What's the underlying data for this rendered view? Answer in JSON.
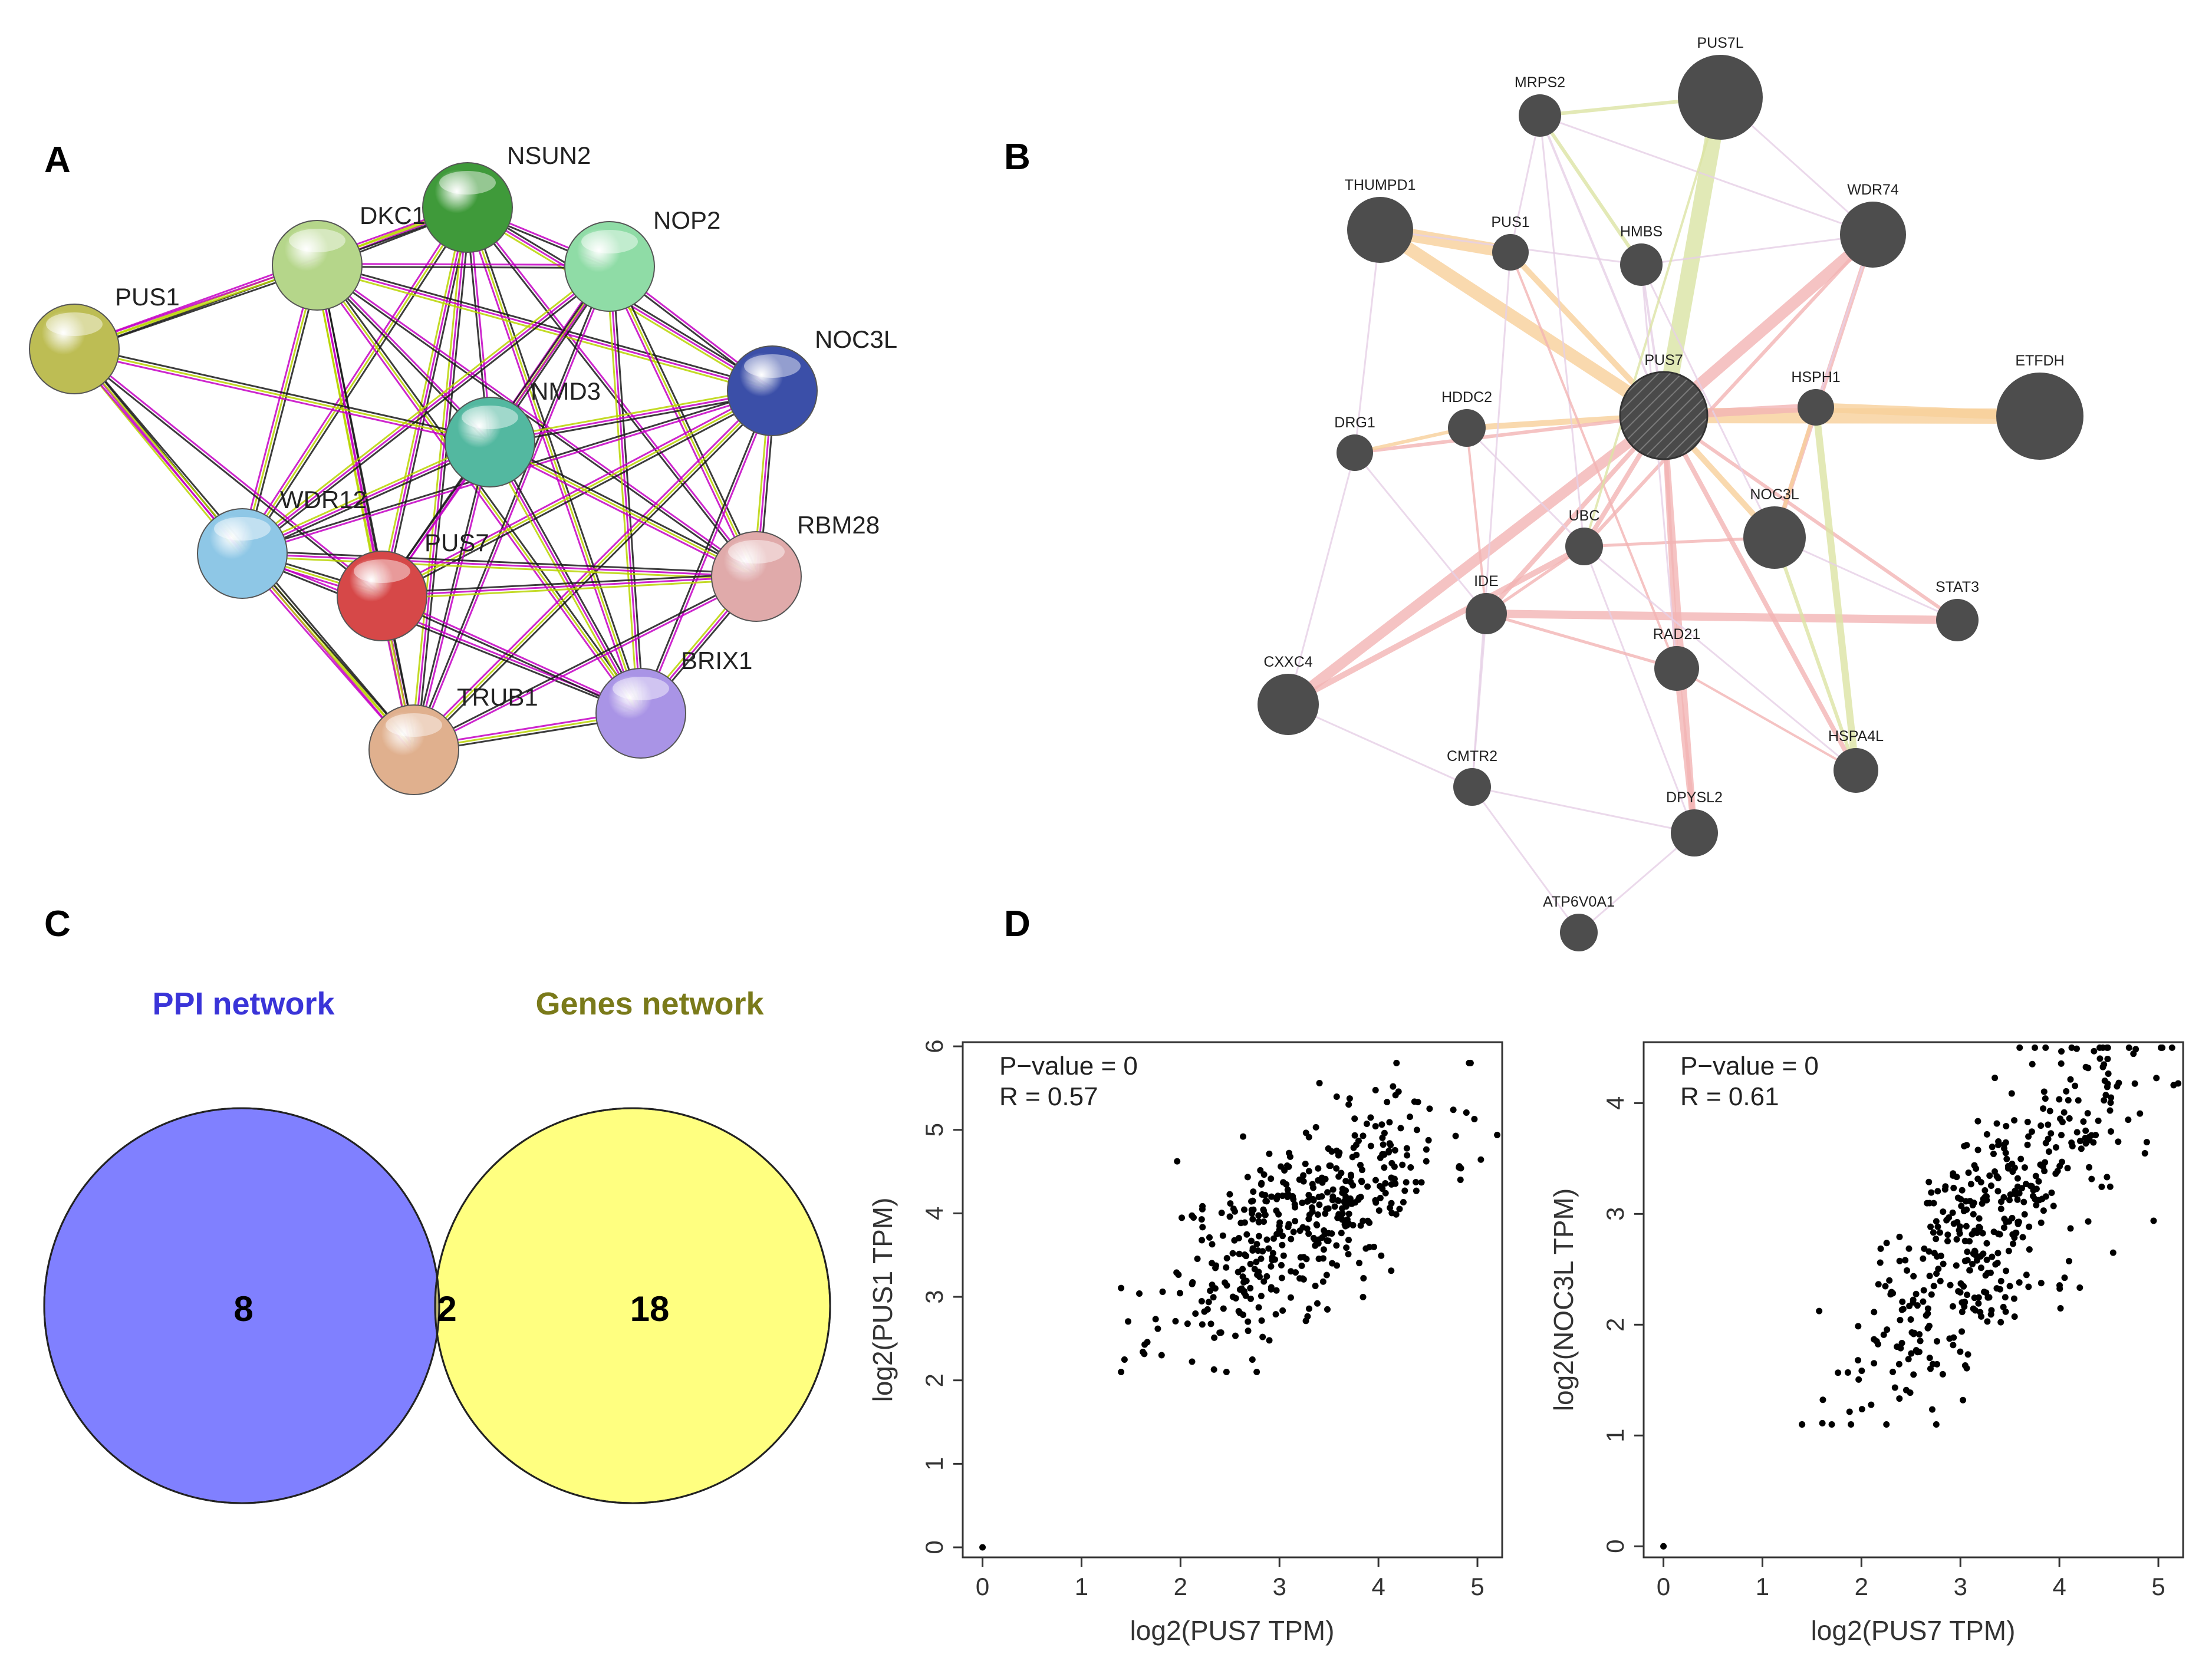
{
  "panels": {
    "a": "A",
    "b": "B",
    "c": "C",
    "d": "D"
  },
  "colors": {
    "venn_left": "#8080ff",
    "venn_right": "#ffff80",
    "venn_overlap": "#b8b272",
    "ppi_title": "#3a34d8",
    "genes_title": "#7a7a1a",
    "gene_node": "#4d4d4d",
    "ppi_edge_neighborhood": "#c400c4",
    "ppi_edge_coexpression": "#1a1a1a",
    "ppi_edge_textmining": "#b9d400"
  },
  "ppi": {
    "nodes": [
      {
        "id": "NSUN2",
        "label": "NSUN2",
        "color": "#3f9a3a"
      },
      {
        "id": "DKC1",
        "label": "DKC1",
        "color": "#b5d68a"
      },
      {
        "id": "NOP2",
        "label": "NOP2",
        "color": "#8fdca6"
      },
      {
        "id": "PUS1",
        "label": "PUS1",
        "color": "#bdbd54"
      },
      {
        "id": "NOC3L",
        "label": "NOC3L",
        "color": "#3b4fa8"
      },
      {
        "id": "NMD3",
        "label": "NMD3",
        "color": "#53b8a0"
      },
      {
        "id": "WDR12",
        "label": "WDR12",
        "color": "#8ec7e6"
      },
      {
        "id": "PUS7",
        "label": "PUS7",
        "color": "#d64848"
      },
      {
        "id": "RBM28",
        "label": "RBM28",
        "color": "#e0aaaa"
      },
      {
        "id": "BRIX1",
        "label": "BRIX1",
        "color": "#a994e6"
      },
      {
        "id": "TRUB1",
        "label": "TRUB1",
        "color": "#e0b08e"
      }
    ]
  },
  "gene_network": {
    "nodes": [
      {
        "id": "PUS7L",
        "label": "PUS7L"
      },
      {
        "id": "MRPS2",
        "label": "MRPS2"
      },
      {
        "id": "THUMPD1",
        "label": "THUMPD1"
      },
      {
        "id": "PUS1",
        "label": "PUS1"
      },
      {
        "id": "HMBS",
        "label": "HMBS"
      },
      {
        "id": "WDR74",
        "label": "WDR74"
      },
      {
        "id": "PUS7",
        "label": "PUS7"
      },
      {
        "id": "HSPH1",
        "label": "HSPH1"
      },
      {
        "id": "ETFDH",
        "label": "ETFDH"
      },
      {
        "id": "HDDC2",
        "label": "HDDC2"
      },
      {
        "id": "DRG1",
        "label": "DRG1"
      },
      {
        "id": "NOC3L",
        "label": "NOC3L"
      },
      {
        "id": "UBC",
        "label": "UBC"
      },
      {
        "id": "IDE",
        "label": "IDE"
      },
      {
        "id": "STAT3",
        "label": "STAT3"
      },
      {
        "id": "RAD21",
        "label": "RAD21"
      },
      {
        "id": "CXXC4",
        "label": "CXXC4"
      },
      {
        "id": "HSPA4L",
        "label": "HSPA4L"
      },
      {
        "id": "CMTR2",
        "label": "CMTR2"
      },
      {
        "id": "DPYSL2",
        "label": "DPYSL2"
      },
      {
        "id": "ATP6V0A1",
        "label": "ATP6V0A1"
      }
    ]
  },
  "venn": {
    "left_title": "PPI network",
    "right_title": "Genes network",
    "left_only": "8",
    "overlap": "2",
    "right_only": "18"
  },
  "chart_data": [
    {
      "type": "scatter",
      "xlabel": "log2(PUS7 TPM)",
      "ylabel": "log2(PUS1 TPM)",
      "xlim": [
        -0.2,
        5.25
      ],
      "ylim": [
        -0.12,
        6.05
      ],
      "xticks": [
        "0",
        "1",
        "2",
        "3",
        "4",
        "5"
      ],
      "yticks": [
        "0",
        "1",
        "2",
        "3",
        "4",
        "5",
        "6"
      ],
      "pvalue": "P−value = 0",
      "r": "R = 0.57",
      "r_value": 0.57,
      "outliers": [
        [
          0,
          0
        ]
      ],
      "x_range_bulk": [
        1.4,
        5.2
      ],
      "y_range_bulk": [
        2.1,
        5.8
      ],
      "n_points_approx": 430
    },
    {
      "type": "scatter",
      "xlabel": "log2(PUS7 TPM)",
      "ylabel": "log2(NOC3L TPM)",
      "xlim": [
        -0.2,
        5.25
      ],
      "ylim": [
        -0.1,
        4.55
      ],
      "xticks": [
        "0",
        "1",
        "2",
        "3",
        "4",
        "5"
      ],
      "yticks": [
        "0",
        "1",
        "2",
        "3",
        "4"
      ],
      "pvalue": "P−value = 0",
      "r": "R = 0.61",
      "r_value": 0.61,
      "outliers": [
        [
          0,
          0
        ]
      ],
      "x_range_bulk": [
        1.4,
        5.2
      ],
      "y_range_bulk": [
        1.1,
        4.5
      ],
      "n_points_approx": 430
    }
  ]
}
